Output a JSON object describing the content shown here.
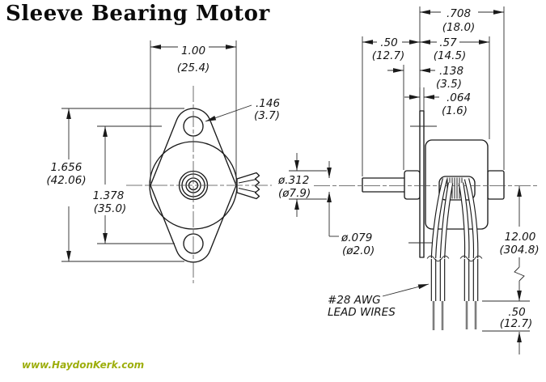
{
  "title": "Sleeve Bearing Motor",
  "footer": {
    "url": "www.HaydonKerk.com"
  },
  "colors": {
    "link": "#9dae0c",
    "line": "#1a1a1a"
  },
  "front_view": {
    "width_in": "1.00",
    "width_mm": "(25.4)",
    "height_in": "1.656",
    "height_mm": "(42.06)",
    "hole_spacing_in": "1.378",
    "hole_spacing_mm": "(35.0)",
    "hole_dia_in": ".146",
    "hole_dia_mm": "(3.7)"
  },
  "side_view": {
    "overall_depth_in": ".708",
    "overall_depth_mm": "(18.0)",
    "shaft_len_in": ".50",
    "shaft_len_mm": "(12.7)",
    "body_depth_in": ".57",
    "body_depth_mm": "(14.5)",
    "boss_depth_in": ".138",
    "boss_depth_mm": "(3.5)",
    "flange_thk_in": ".064",
    "flange_thk_mm": "(1.6)",
    "boss_dia_in": "ø.312",
    "boss_dia_mm": "(ø7.9)",
    "shaft_dia_in": "ø.079",
    "shaft_dia_mm": "(ø2.0)",
    "lead_len_in": "12.00",
    "lead_len_mm": "(304.8)",
    "strip_len_in": ".50",
    "strip_len_mm": "(12.7)",
    "lead_label_1": "#28 AWG",
    "lead_label_2": "LEAD WIRES"
  }
}
